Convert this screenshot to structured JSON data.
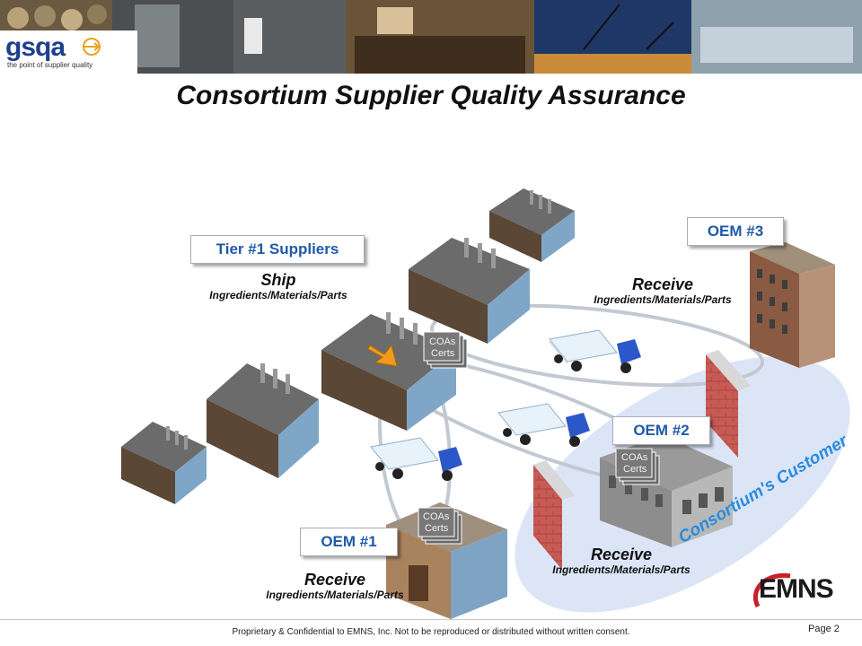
{
  "title": "Consortium Supplier Quality Assurance",
  "logo": {
    "name": "gsqa",
    "tagline": "the point of supplier quality"
  },
  "labels": {
    "tier1": "Tier #1 Suppliers",
    "oem1": "OEM #1",
    "oem2": "OEM #2",
    "oem3": "OEM #3"
  },
  "actions": {
    "ship": {
      "verb": "Ship",
      "object": "Ingredients/Materials/Parts"
    },
    "receive_oem3": {
      "verb": "Receive",
      "object": "Ingredients/Materials/Parts"
    },
    "receive_oem1": {
      "verb": "Receive",
      "object": "Ingredients/Materials/Parts"
    },
    "receive_oem2": {
      "verb": "Receive",
      "object": "Ingredients/Materials/Parts"
    }
  },
  "documents": {
    "line1": "COAs",
    "line2": "Certs"
  },
  "customer_label": "Consortium's Customer",
  "emns_logo": "EMNS",
  "footer": "Proprietary & Confidential to EMNS,  Inc. Not  to be reproduced or distributed without written consent.",
  "page_label": "Page 2",
  "colors": {
    "label_text": "#1f5aa8",
    "customer_text": "#2a8be0",
    "customer_ellipse": "#dbe5f6"
  }
}
